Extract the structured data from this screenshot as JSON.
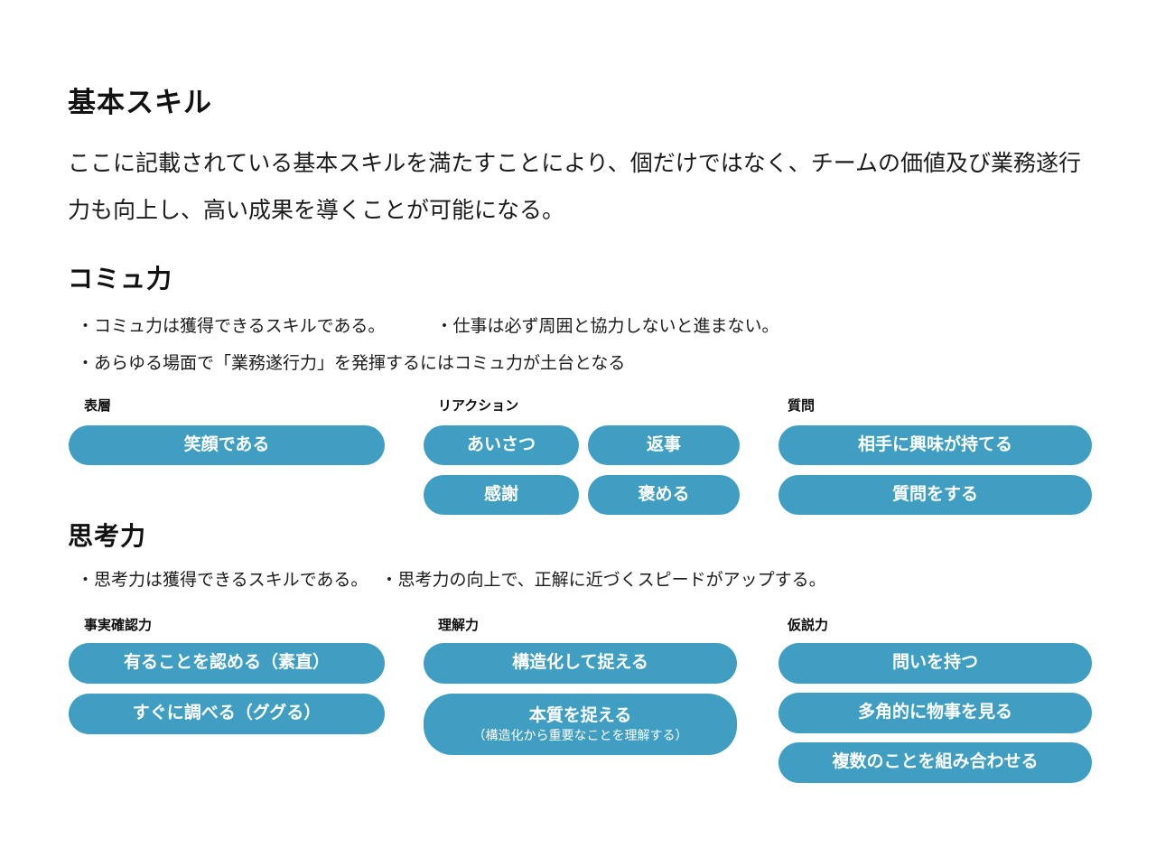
{
  "colors": {
    "pill_bg": "#3f9ec1",
    "pill_text": "#ffffff"
  },
  "page": {
    "title": "基本スキル",
    "intro": "ここに記載されている基本スキルを満たすことにより、個だけではなく、チームの価値及び業務遂行力も向上し、高い成果を導くことが可能になる。"
  },
  "sections": [
    {
      "heading": "コミュ力",
      "bullets": [
        "・コミュ力は獲得できるスキルである。",
        "・仕事は必ず周囲と協力しないと進まない。",
        "・あらゆる場面で「業務遂行力」を発揮するにはコミュ力が土台となる"
      ],
      "groups": [
        {
          "label": "表層",
          "pills": [
            "笑顔である"
          ]
        },
        {
          "label": "リアクション",
          "pills": [
            "あいさつ",
            "返事",
            "感謝",
            "褒める"
          ]
        },
        {
          "label": "質問",
          "pills": [
            "相手に興味が持てる",
            "質問をする"
          ]
        }
      ]
    },
    {
      "heading": "思考力",
      "bullets": [
        "・思考力は獲得できるスキルである。",
        "・思考力の向上で、正解に近づくスピードがアップする。"
      ],
      "groups": [
        {
          "label": "事実確認力",
          "pills": [
            "有ることを認める（素直）",
            "すぐに調べる（ググる）"
          ]
        },
        {
          "label": "理解力",
          "pills": [
            "構造化して捉える",
            {
              "text": "本質を捉える",
              "subtext": "（構造化から重要なことを理解する）"
            }
          ]
        },
        {
          "label": "仮説力",
          "pills": [
            "問いを持つ",
            "多角的に物事を見る",
            "複数のことを組み合わせる"
          ]
        }
      ]
    }
  ]
}
